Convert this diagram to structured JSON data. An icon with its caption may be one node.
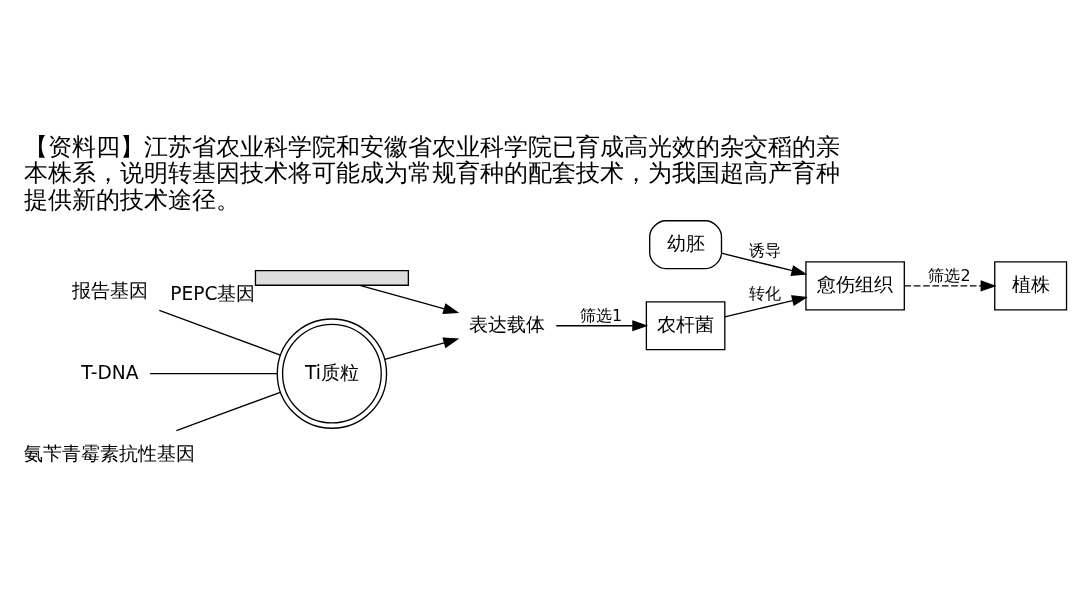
{
  "diagram": {
    "title": "【资料四】江苏省农业科学院和安徽省农业科学院已育成高光效的杂交稻的亲本株系，说明转基因技术将可能成为常规育种的配套技术，为我国超高产育种提供新的技术途径。",
    "nodes": [
      {
        "text": [
          "Ti质粒"
        ]
      },
      {
        "text": [
          "报告基因"
        ]
      },
      {
        "text": [
          "T-DNA"
        ]
      },
      {
        "text": [
          "氨苄青霉素抗性基因"
        ]
      },
      {
        "text": [],
        "shape": "bar",
        "beside": [
          "PEPC基因"
        ]
      },
      {
        "text": [
          "表达载体"
        ]
      },
      {
        "text": [
          "农杆菌"
        ]
      },
      {
        "text": [
          "幼胚"
        ]
      },
      {
        "text": [
          "愈伤组织"
        ]
      },
      {
        "text": [
          "植株"
        ]
      }
    ],
    "edges": [
      {
        "from": 1,
        "to": 0,
        "arrow": "none"
      },
      {
        "from": 2,
        "to": 0,
        "arrow": "none"
      },
      {
        "from": 3,
        "to": 0,
        "arrow": "none"
      },
      {
        "from": 0,
        "to": 5,
        "arrow": "to"
      },
      {
        "from": 4,
        "to": 5,
        "arrow": "to"
      },
      {
        "from": 5,
        "to": 6,
        "arrow": "to",
        "label": "筛选1"
      },
      {
        "from": 6,
        "to": 8,
        "arrow": "to",
        "label": "转化"
      },
      {
        "from": 7,
        "to": 8,
        "arrow": "to",
        "label": "诱导"
      },
      {
        "from": 8,
        "to": 9,
        "arrow": "to",
        "label": "筛选2",
        "style": "dashed"
      }
    ]
  }
}
